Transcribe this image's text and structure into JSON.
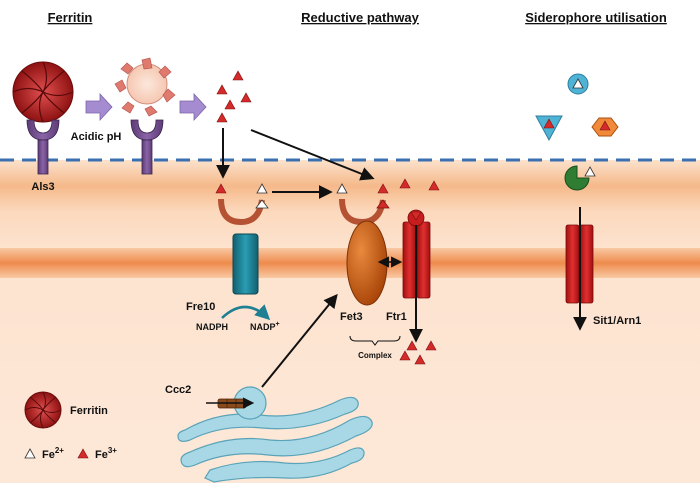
{
  "headers": {
    "ferritin": "Ferritin",
    "reductive": "Reductive pathway",
    "siderophore": "Siderophore utilisation"
  },
  "labels": {
    "acidic_ph": "Acidic pH",
    "als3": "Als3",
    "fre10": "Fre10",
    "nadph": "NADPH",
    "nadp_base": "NADP",
    "nadp_sup": "+",
    "fet3": "Fet3",
    "ftr1": "Ftr1",
    "complex": "Complex",
    "ccc2": "Ccc2",
    "sit1": "Sit1/Arn1"
  },
  "legend": {
    "ferritin": "Ferritin",
    "fe2_base": "Fe",
    "fe2_sup": "2+",
    "fe3_base": "Fe",
    "fe3_sup": "3+"
  },
  "colors": {
    "fe3": "#d42a2a",
    "fe2": "#ffffff",
    "ferritin": "#b52020",
    "fre10": "#1f7f93",
    "fet3": "#c75a10",
    "ftr1": "#c81d1d",
    "ccc2_vesicle": "#a8d8e6",
    "membrane_line": "#3a6fb0",
    "arrow_purple": "#a58bd0"
  }
}
